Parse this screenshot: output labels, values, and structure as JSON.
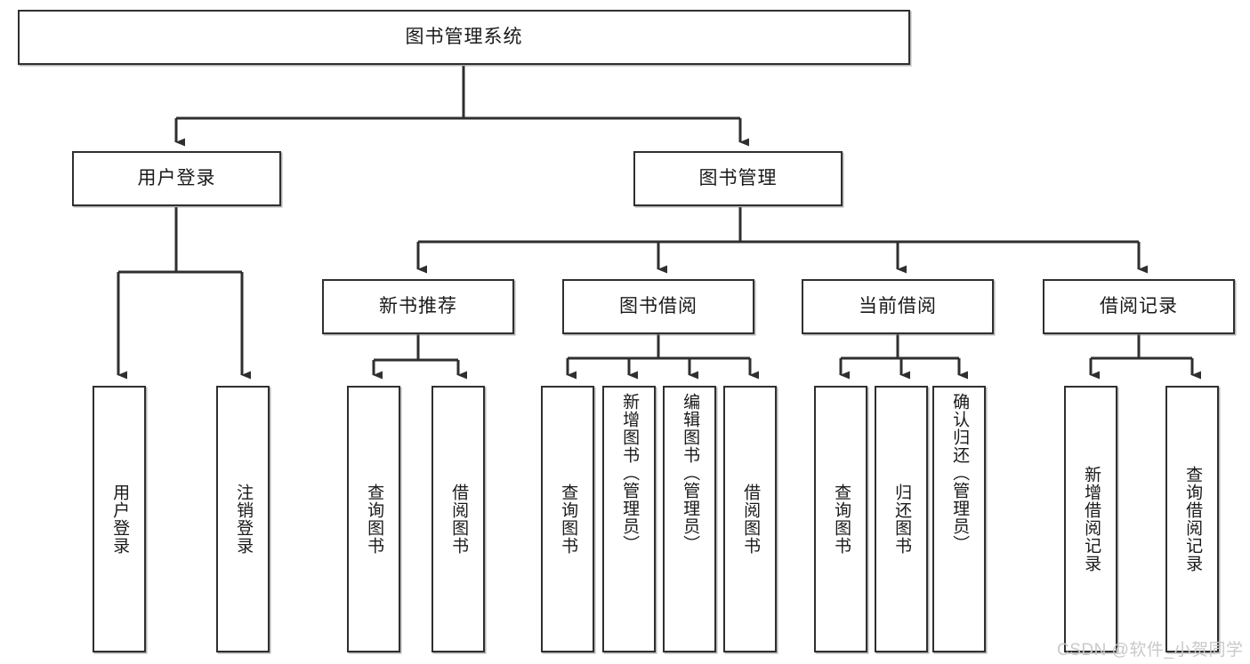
{
  "diagram": {
    "type": "tree-hierarchy-chart",
    "title_node": {
      "label": "图书管理系统"
    },
    "level2": [
      {
        "id": "user-login",
        "label": "用户登录"
      },
      {
        "id": "book-management",
        "label": "图书管理"
      }
    ],
    "level3": [
      {
        "id": "new-book-recommend",
        "label": "新书推荐"
      },
      {
        "id": "book-borrow",
        "label": "图书借阅"
      },
      {
        "id": "current-borrow",
        "label": "当前借阅"
      },
      {
        "id": "borrow-record",
        "label": "借阅记录"
      }
    ],
    "leaves": [
      {
        "id": "leaf-user-login",
        "parent": "user-login",
        "label": "用户登录"
      },
      {
        "id": "leaf-logout-login",
        "parent": "user-login",
        "label": "注销登录"
      },
      {
        "id": "leaf-query-book-1",
        "parent": "new-book-recommend",
        "label": "查询图书"
      },
      {
        "id": "leaf-borrow-book-1",
        "parent": "new-book-recommend",
        "label": "借阅图书"
      },
      {
        "id": "leaf-query-book-2",
        "parent": "book-borrow",
        "label": "查询图书"
      },
      {
        "id": "leaf-add-book",
        "parent": "book-borrow",
        "label": "新增图书（管理员）"
      },
      {
        "id": "leaf-edit-book",
        "parent": "book-borrow",
        "label": "编辑图书（管理员）"
      },
      {
        "id": "leaf-borrow-book-2",
        "parent": "book-borrow",
        "label": "借阅图书"
      },
      {
        "id": "leaf-query-book-3",
        "parent": "current-borrow",
        "label": "查询图书"
      },
      {
        "id": "leaf-return-book",
        "parent": "current-borrow",
        "label": "归还图书"
      },
      {
        "id": "leaf-confirm-return",
        "parent": "current-borrow",
        "label": "确认归还（管理员）"
      },
      {
        "id": "leaf-add-record",
        "parent": "borrow-record",
        "label": "新增借阅记录"
      },
      {
        "id": "leaf-query-record",
        "parent": "borrow-record",
        "label": "查询借阅记录"
      }
    ],
    "watermark": "CSDN @软件_小贺同学",
    "colors": {
      "stroke": "#2f2f2f",
      "box_fill": "#ffffff",
      "text": "#1a1a1a",
      "watermark": "#c9c9c9",
      "background": "#ffffff"
    }
  }
}
